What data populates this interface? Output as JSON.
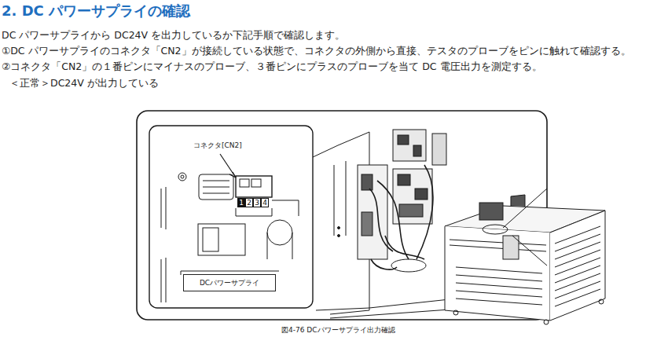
{
  "diagram": {
    "title": "2. DC パワーサプライの確認",
    "caption": "図4-76 DCパワーサプライ出力確認",
    "nodes": [
      {
        "text": [
          "DCパワーサプライ"
        ]
      }
    ],
    "labels": [
      "DC パワーサプライから DC24V を出力しているか下記手順で確認します。",
      "①DC パワーサプライのコネクタ「CN2」が接続している状態で、コネクタの外側から直接、テスタのプローブをピンに触れて確認する。",
      "②コネクタ「CN2」の１番ピンにマイナスのプローブ、３番ピンにプラスのプローブを当て DC 電圧出力を測定する。",
      "＜正常＞DC24V が出力している",
      "コネクタ[CN2]",
      "1",
      "2",
      "3",
      "4"
    ]
  }
}
